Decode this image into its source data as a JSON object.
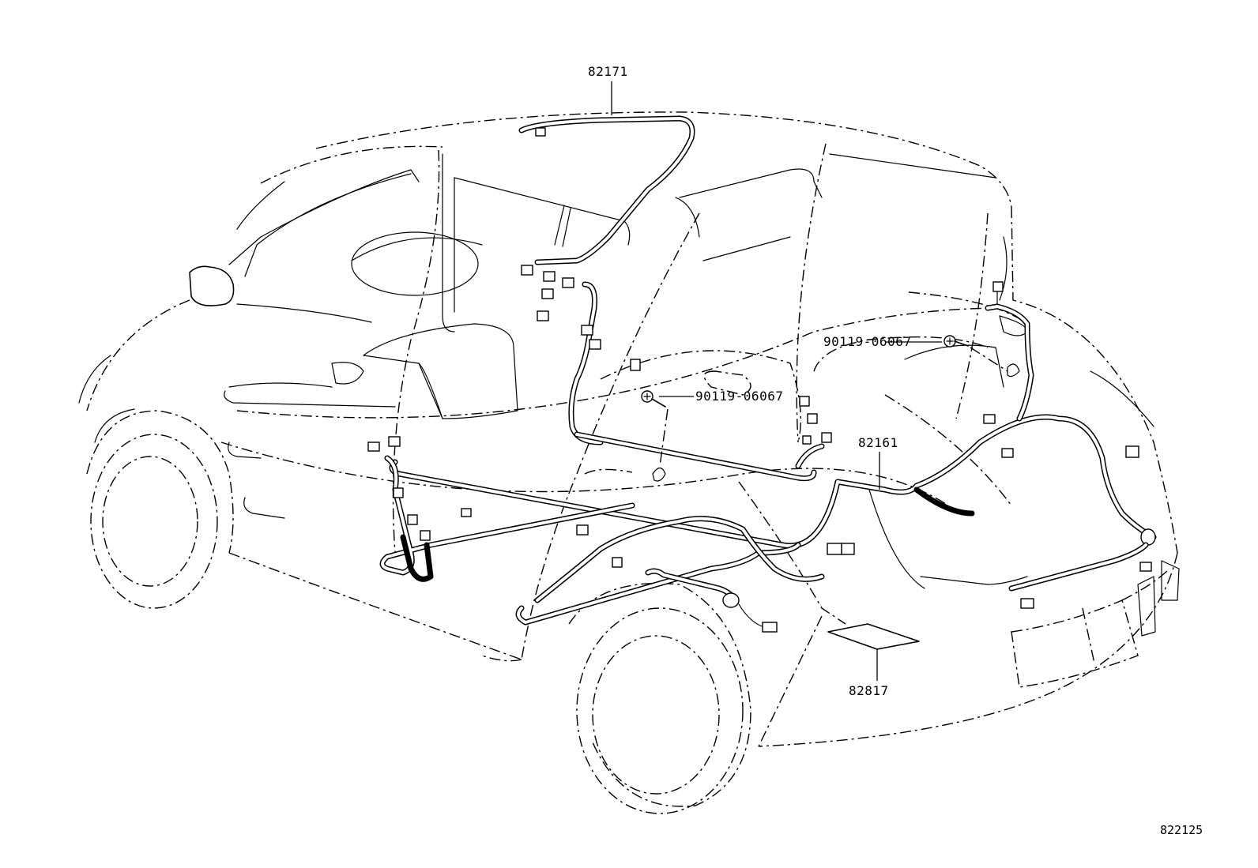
{
  "parts": {
    "roof_harness": "82171",
    "floor_harness": "82161",
    "bolt_right": "90119-06067",
    "bolt_center": "90119-06067",
    "protector": "82817"
  },
  "diagram_ref": "822125"
}
